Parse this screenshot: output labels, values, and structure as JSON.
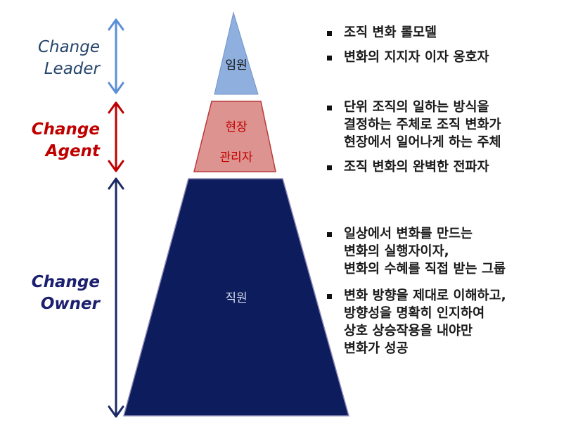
{
  "roles": {
    "leader": {
      "line1": "Change",
      "line2": "Leader",
      "color": "#27466b"
    },
    "agent": {
      "line1": "Change",
      "line2": "Agent",
      "color": "#c00000"
    },
    "owner": {
      "line1": "Change",
      "line2": "Owner",
      "color": "#1b1f6f"
    }
  },
  "levels": {
    "executive": {
      "label": "임원",
      "fill": "#8fb0de",
      "stroke": "#6f93c8"
    },
    "manager": {
      "label_line1": "현장",
      "label_line2": "관리자",
      "fill": "#dd9490",
      "stroke": "#b83a3a"
    },
    "staff": {
      "label": "직원",
      "fill": "#0c1c5c",
      "stroke": "#8d88b8"
    }
  },
  "bullets": {
    "executive": [
      "조직 변화 롤모델",
      "변화의 지지자 이자 옹호자"
    ],
    "manager": [
      "단위 조직의 일하는 방식을\n결정하는 주체로 조직 변화가\n현장에서 일어나게 하는 주체",
      "조직 변화의 완벽한 전파자"
    ],
    "staff": [
      "일상에서 변화를 만드는\n변화의 실행자이자,\n변화의 수혜를 직접 받는 그룹",
      "변화 방향을 제대로 이해하고,\n방향성을 명확히 인지하여\n상호 상승작용을 내야만\n변화가 성공"
    ]
  }
}
